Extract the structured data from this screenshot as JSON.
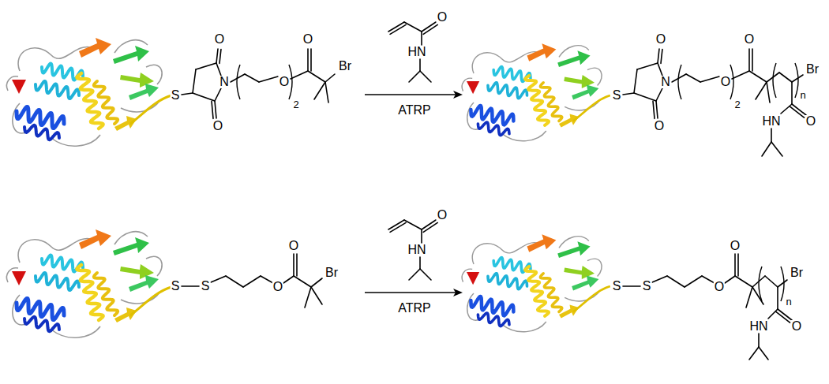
{
  "diagram": {
    "labels": [
      "O",
      "S",
      "N",
      "O",
      "O",
      "2",
      "O",
      "Br",
      "O",
      "HN",
      "ATRP",
      "O",
      "S",
      "N",
      "O",
      "O",
      "2",
      "O",
      "Br",
      "n",
      "HN",
      "O",
      "S",
      "S",
      "O",
      "O",
      "Br",
      "O",
      "HN",
      "ATRP",
      "S",
      "S",
      "O",
      "O",
      "Br",
      "n",
      "HN",
      "O"
    ]
  }
}
